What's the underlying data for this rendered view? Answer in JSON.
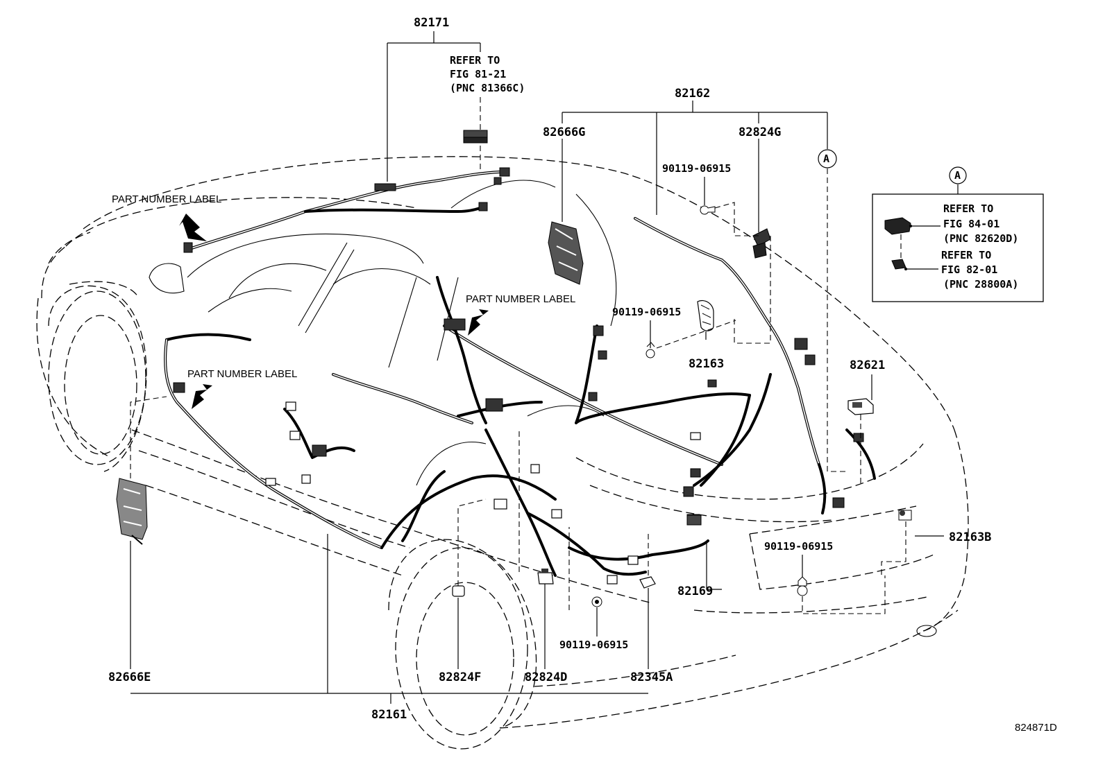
{
  "figure_id": "824871D",
  "part_labels": {
    "p82171": "82171",
    "p82162": "82162",
    "p82666G": "82666G",
    "p82824G": "82824G",
    "p82163": "82163",
    "p82621": "82621",
    "p82163B": "82163B",
    "p82169": "82169",
    "p82666E": "82666E",
    "p82824F": "82824F",
    "p82824D": "82824D",
    "p82345A": "82345A",
    "p82161": "82161",
    "bolt_a": "90119-06915",
    "bolt_b": "90119-06915",
    "bolt_c": "90119-06915",
    "bolt_d": "90119-06915"
  },
  "refer_top": {
    "line1": "REFER TO",
    "line2": "FIG 81-21",
    "line3": "(PNC 81366C)"
  },
  "detail_a": {
    "marker": "A",
    "ref1_line1": "REFER TO",
    "ref1_line2": "FIG 84-01",
    "ref1_line3": "(PNC 82620D)",
    "ref2_line1": "REFER TO",
    "ref2_line2": "FIG 82-01",
    "ref2_line3": "(PNC 28800A)"
  },
  "marker_a": "A",
  "part_number_labels": [
    "PART NUMBER LABEL",
    "PART NUMBER LABEL",
    "PART NUMBER LABEL"
  ]
}
